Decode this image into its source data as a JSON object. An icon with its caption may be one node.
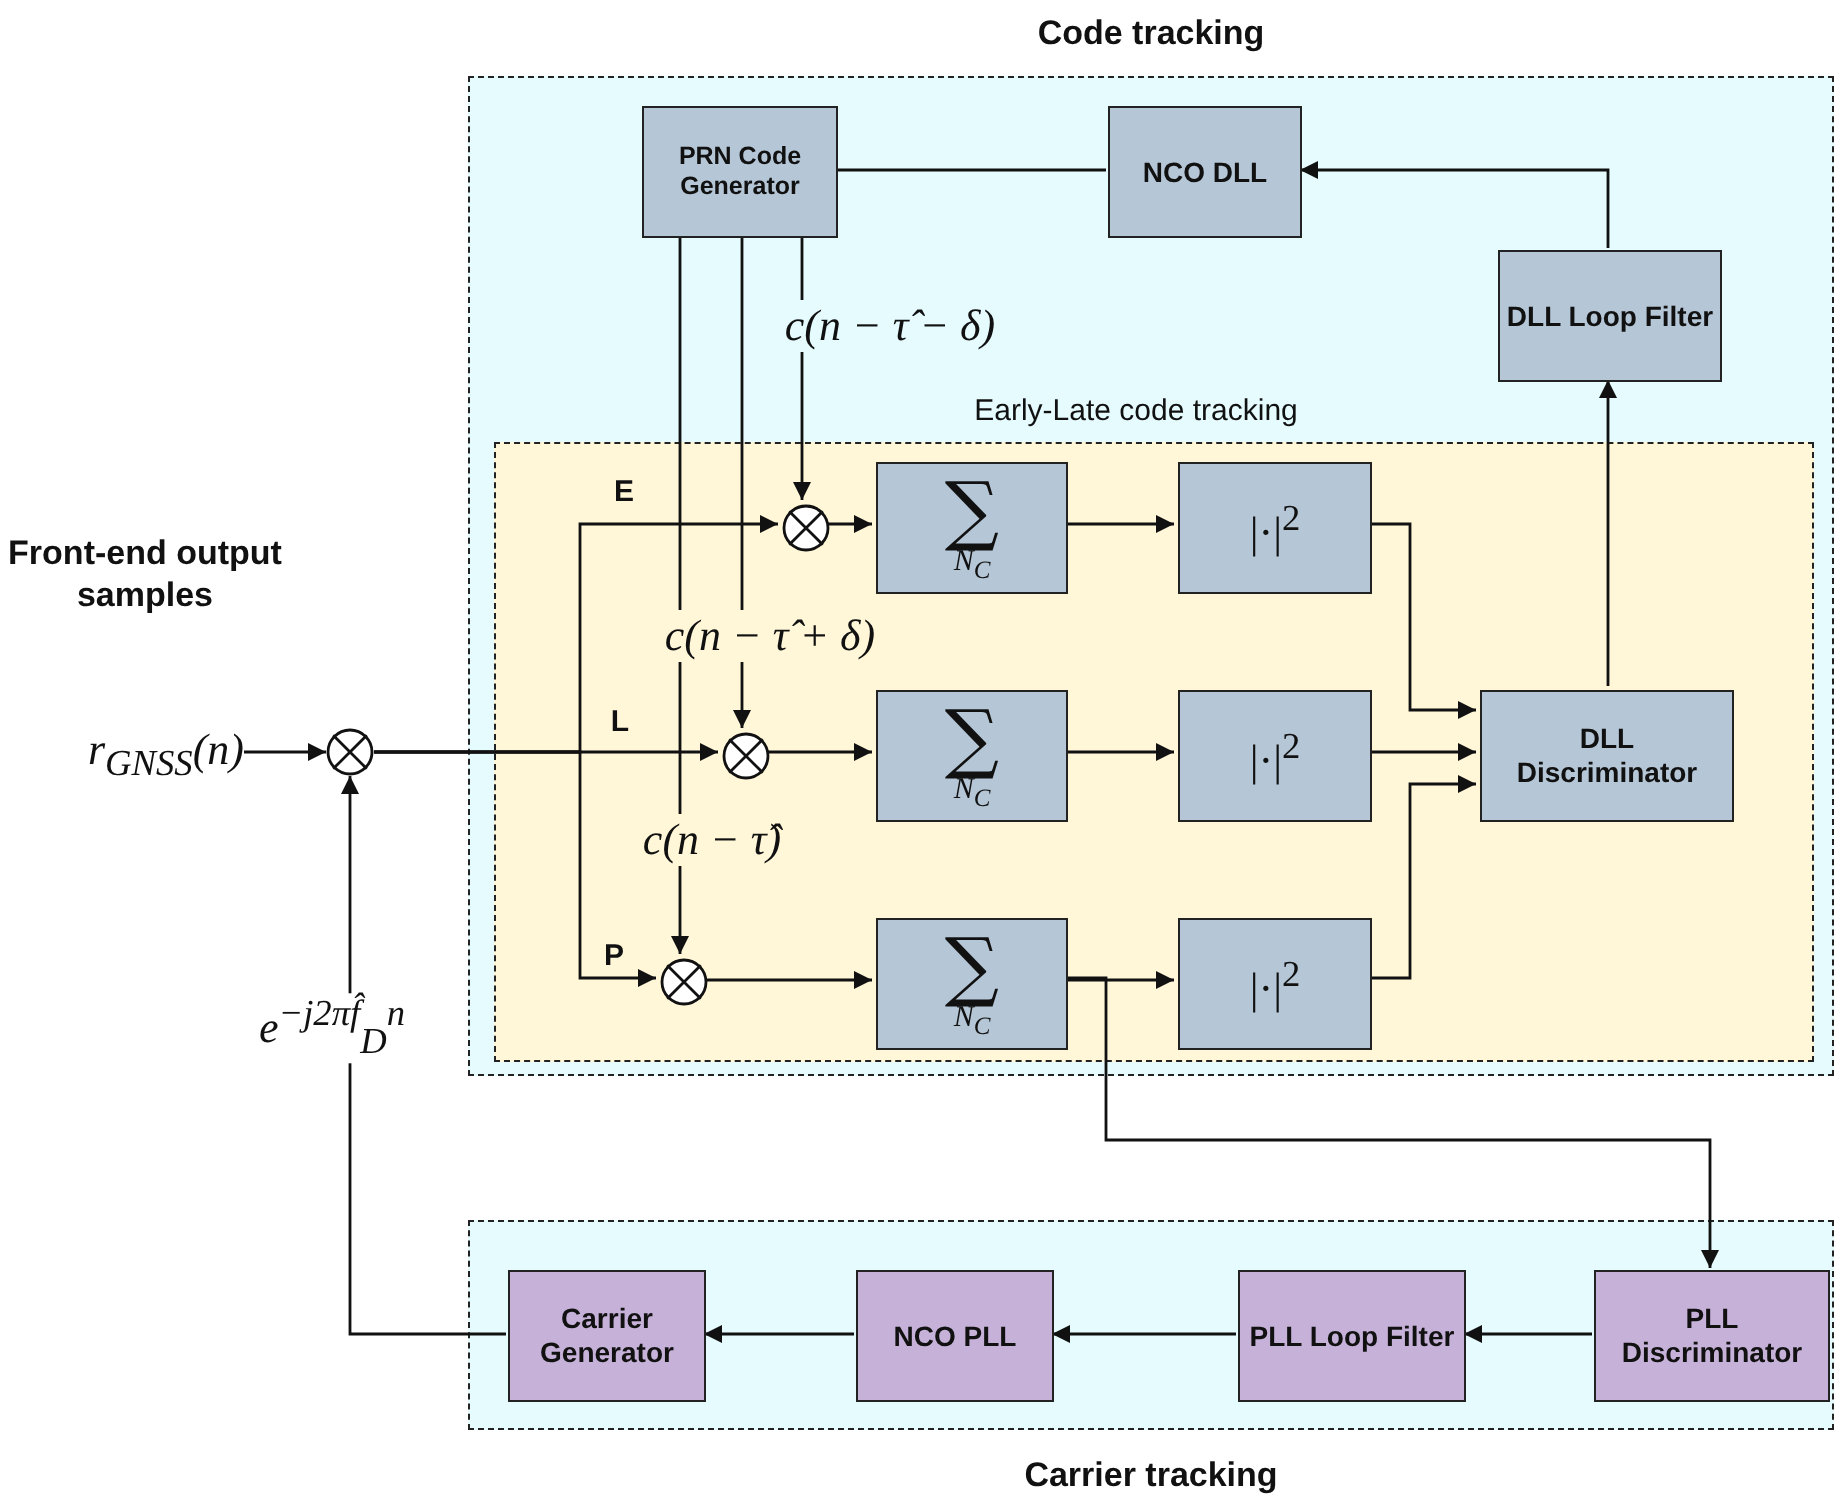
{
  "diagram": {
    "nodes": [
      {
        "text": [
          "Code tracking"
        ]
      },
      {
        "text": [
          "PRN Code Generator"
        ],
        "in": 0
      },
      {
        "text": [
          "NCO DLL"
        ],
        "in": 0
      },
      {
        "text": [
          "DLL Loop Filter"
        ],
        "in": 0
      },
      {
        "text": [
          "Early-Late code tracking"
        ],
        "in": 0
      },
      {
        "text": [],
        "shape": "circle",
        "in": 4
      },
      {
        "text": [
          "∑",
          "N$_{C}$"
        ],
        "in": 4
      },
      {
        "text": [
          "|·|$^{2}$"
        ],
        "in": 4
      },
      {
        "text": [],
        "shape": "circle",
        "in": 4
      },
      {
        "text": [
          "∑",
          "N$_{C}$"
        ],
        "in": 4
      },
      {
        "text": [
          "|·|$^{2}$"
        ],
        "in": 4
      },
      {
        "text": [
          "DLL Discriminator"
        ],
        "in": 4
      },
      {
        "text": [],
        "shape": "circle",
        "in": 4
      },
      {
        "text": [
          "∑",
          "N$_{C}$"
        ],
        "in": 4
      },
      {
        "text": [
          "|·|$^{2}$"
        ],
        "in": 4
      },
      {
        "text": [
          "r$_{GNSS}$(n)"
        ],
        "beside": [
          "Front-end output samples"
        ]
      },
      {
        "text": [],
        "shape": "circle"
      },
      {
        "text": [
          "Carrier tracking"
        ]
      },
      {
        "text": [
          "Carrier Generator"
        ],
        "in": 17
      },
      {
        "text": [
          "NCO PLL"
        ],
        "in": 17
      },
      {
        "text": [
          "PLL Loop Filter"
        ],
        "in": 17
      },
      {
        "text": [
          "PLL Discriminator"
        ],
        "in": 17
      }
    ],
    "edges": [
      {
        "from": 15,
        "to": 16,
        "arrow": "to"
      },
      {
        "from": 16,
        "to": 5,
        "arrow": "to",
        "label": "E"
      },
      {
        "from": 16,
        "to": 8,
        "arrow": "to",
        "label": "L"
      },
      {
        "from": 16,
        "to": 12,
        "arrow": "to",
        "label": "P"
      },
      {
        "from": 1,
        "to": 5,
        "arrow": "to",
        "label": "c(n − τ̂ − δ)"
      },
      {
        "from": 1,
        "to": 8,
        "arrow": "to",
        "label": "c(n − τ̂ + δ)"
      },
      {
        "from": 1,
        "to": 12,
        "arrow": "to",
        "label": "c(n − τ̂)"
      },
      {
        "from": 5,
        "to": 6,
        "arrow": "to"
      },
      {
        "from": 6,
        "to": 7,
        "arrow": "to"
      },
      {
        "from": 8,
        "to": 9,
        "arrow": "to"
      },
      {
        "from": 9,
        "to": 10,
        "arrow": "to"
      },
      {
        "from": 12,
        "to": 13,
        "arrow": "to"
      },
      {
        "from": 13,
        "to": 14,
        "arrow": "to"
      },
      {
        "from": 7,
        "to": 11,
        "arrow": "to"
      },
      {
        "from": 10,
        "to": 11,
        "arrow": "to"
      },
      {
        "from": 14,
        "to": 11,
        "arrow": "to"
      },
      {
        "from": 11,
        "to": 3,
        "arrow": "to"
      },
      {
        "from": 3,
        "to": 2,
        "arrow": "to"
      },
      {
        "from": 2,
        "to": 1,
        "arrow": "none"
      },
      {
        "from": 13,
        "to": 21,
        "arrow": "to"
      },
      {
        "from": 21,
        "to": 20,
        "arrow": "to"
      },
      {
        "from": 20,
        "to": 19,
        "arrow": "to"
      },
      {
        "from": 19,
        "to": 18,
        "arrow": "to"
      },
      {
        "from": 18,
        "to": 16,
        "arrow": "to",
        "label": "e$^{−j2πf̂}$$_{D}$$^{n}$"
      }
    ]
  }
}
